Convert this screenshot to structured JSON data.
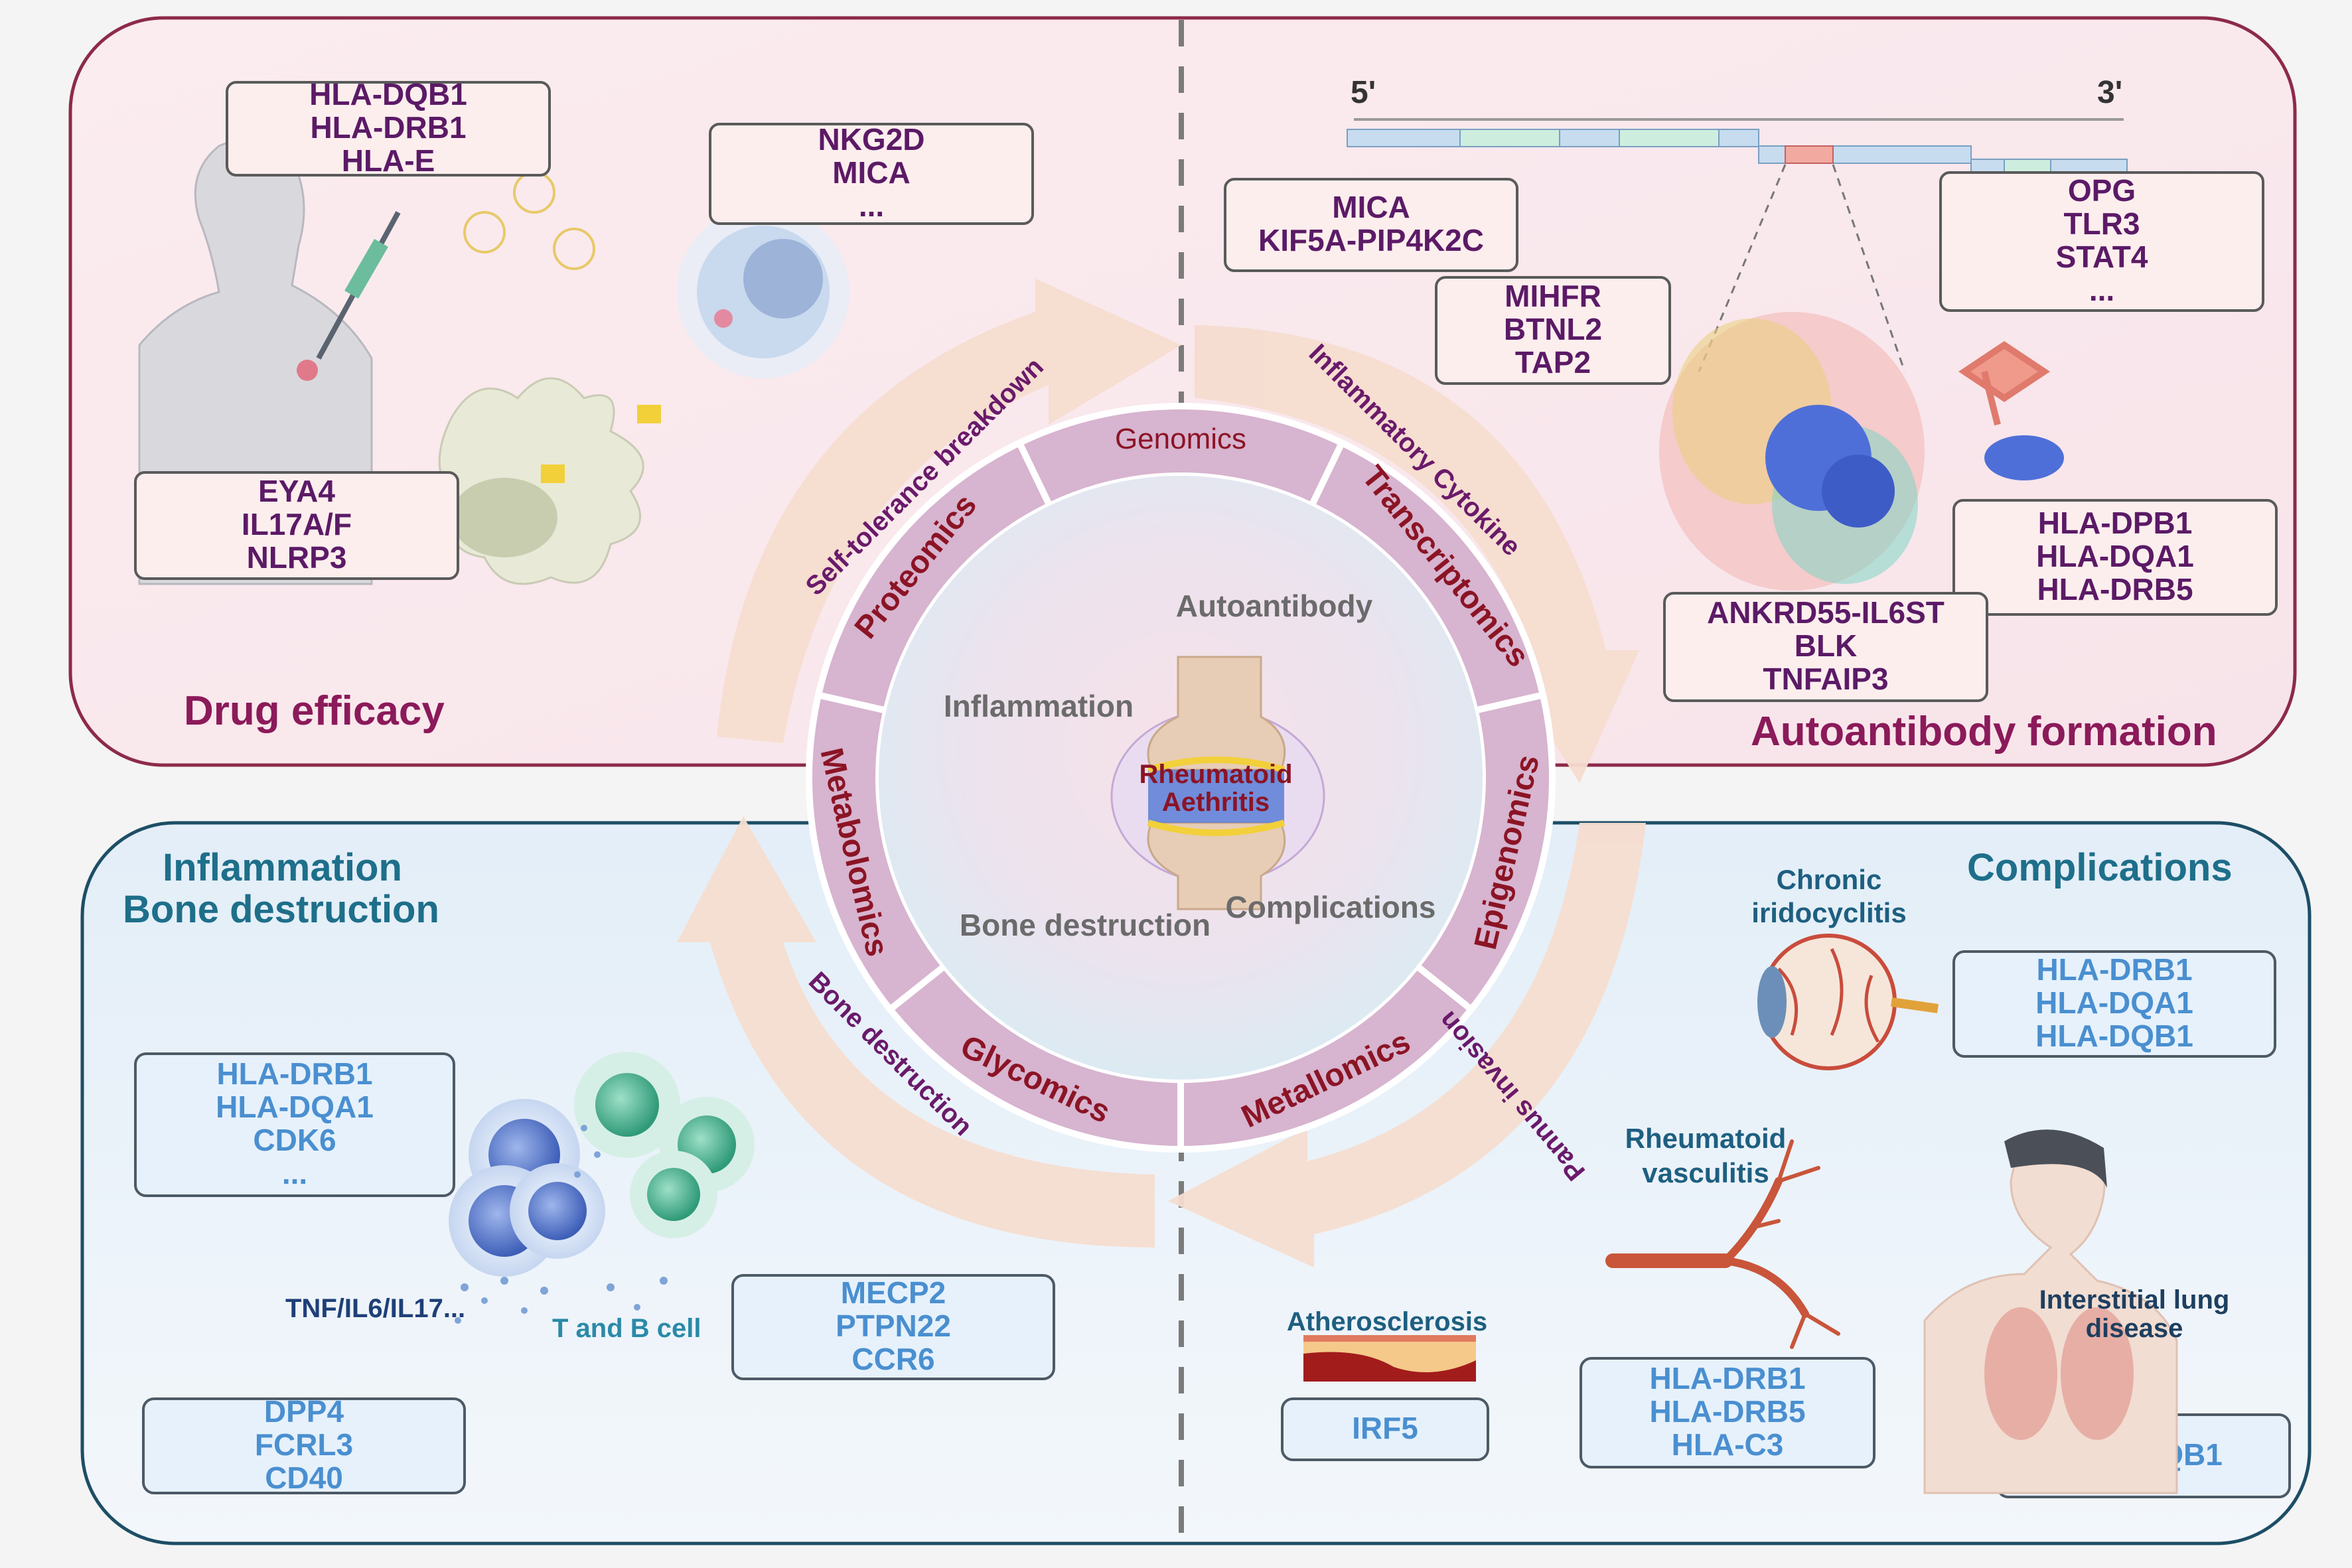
{
  "colors": {
    "top_text": "#5b1a66",
    "top_box_fill": "#fdeeee",
    "bottom_text": "#1e6f8a",
    "bottom_box_text": "#4a8fd0",
    "bottom_box_fill": "#e6f1fb",
    "ring_label": "#8b1425",
    "arrow_label": "#6a1a6a",
    "arrow_fill": "#f6ddd0"
  },
  "quadrants": {
    "top_left_title": "Drug efficacy",
    "top_right_title": "Autoantibody formation",
    "bottom_left_title_1": "Inflammation",
    "bottom_left_title_2": "Bone destruction",
    "bottom_right_title": "Complications"
  },
  "genome": {
    "five_prime": "5'",
    "three_prime": "3'"
  },
  "top_boxes": [
    [
      "HLA-DQB1",
      "HLA-DRB1",
      "HLA-E"
    ],
    [
      "NKG2D",
      "MICA",
      "..."
    ],
    [
      "EYA4",
      "IL17A/F",
      "NLRP3"
    ],
    [
      "MICA",
      "KIF5A-PIP4K2C"
    ],
    [
      "MIHFR",
      "BTNL2",
      "TAP2"
    ],
    [
      "OPG",
      "TLR3",
      "STAT4",
      "..."
    ],
    [
      "HLA-DPB1",
      "HLA-DQA1",
      "HLA-DRB5"
    ],
    [
      "ANKRD55-IL6ST",
      "BLK",
      "TNFAIP3"
    ]
  ],
  "bottom_boxes": [
    [
      "HLA-DRB1",
      "HLA-DQA1",
      "CDK6",
      "..."
    ],
    [
      "MECP2",
      "PTPN22",
      "CCR6"
    ],
    [
      "DPP4",
      "FCRL3",
      "CD40"
    ],
    [
      "HLA-DRB1",
      "HLA-DQA1",
      "HLA-DQB1"
    ],
    [
      "IRF5"
    ],
    [
      "HLA-DRB1",
      "HLA-DRB5",
      "HLA-C3"
    ],
    [
      "HLA-DQB1"
    ]
  ],
  "cells": {
    "cytokines": "TNF/IL6/IL17...",
    "tb_cell": "T and B cell"
  },
  "complications": {
    "iridocyclitis_1": "Chronic",
    "iridocyclitis_2": "iridocyclitis",
    "vasculitis_1": "Rheumatoid",
    "vasculitis_2": "vasculitis",
    "atherosclerosis": "Atherosclerosis",
    "lung_1": "Interstitial lung",
    "lung_2": "disease"
  },
  "ring_segments": [
    "Genomics",
    "Transcriptomics",
    "Epigenomics",
    "Metallomics",
    "Glycomics",
    "Metabolomics",
    "Proteomics"
  ],
  "outer_arrows": [
    "Self-tolerance breakdown",
    "Inflammatory Cytokine",
    "Pannus invasion",
    "Bone destruction"
  ],
  "center": {
    "autoantibody": "Autoantibody",
    "inflammation": "Inflammation",
    "bone_destruction": "Bone destruction",
    "complications": "Complications",
    "ra_1": "Rheumatoid",
    "ra_2": "Aethritis"
  }
}
